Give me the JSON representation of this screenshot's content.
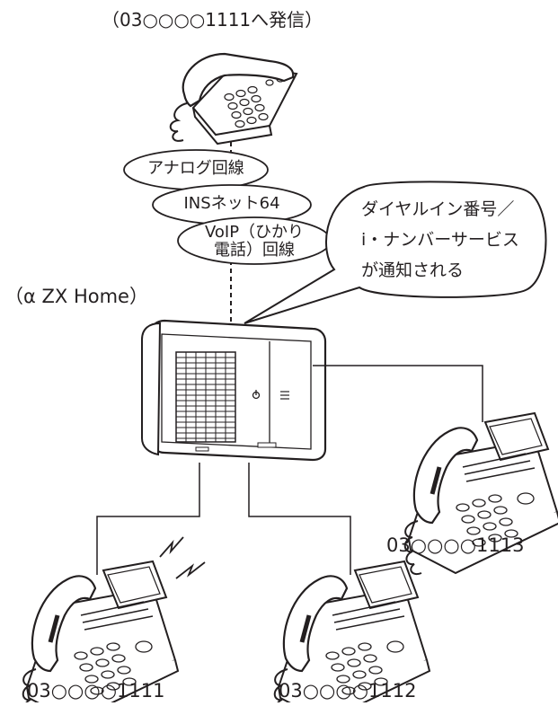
{
  "caller_caption": "（03○○○○1111へ発信）",
  "device_caption": "（α ZX Home）",
  "lines": {
    "analog": "アナログ回線",
    "ins": "INSネット64",
    "voip_line1": "VoIP（ひかり",
    "voip_line2": "電話）回線"
  },
  "bubble": {
    "line1": "ダイヤルイン番号／",
    "line2": "i・ナンバーサービス",
    "line3": "が通知される"
  },
  "phones": {
    "p1111": "03○○○○1111",
    "p1112": "03○○○○1112",
    "p1113": "03○○○○1113"
  }
}
